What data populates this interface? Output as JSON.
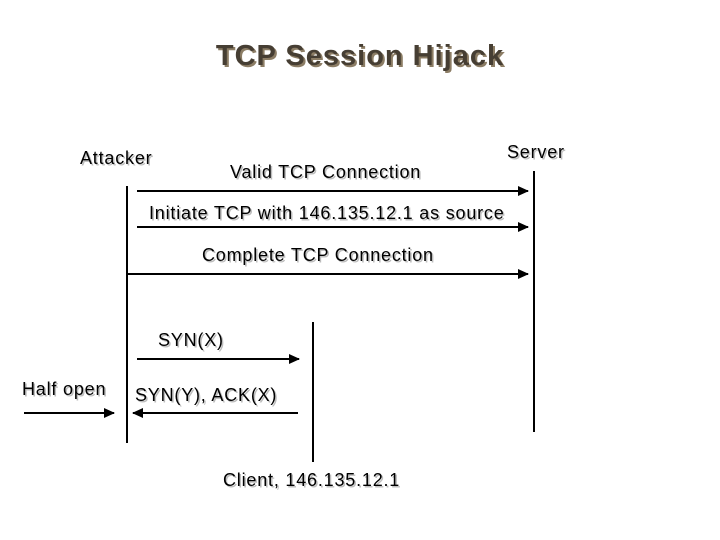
{
  "slide": {
    "title": "TCP Session Hijack"
  },
  "actors": {
    "attacker_label": "Attacker",
    "server_label": "Server",
    "client_label": "Client, 146.135.12.1",
    "half_open_label": "Half open"
  },
  "messages": [
    {
      "label": "Valid TCP Connection",
      "direction": "right"
    },
    {
      "label": "Initiate TCP with 146.135.12.1 as source",
      "direction": "right"
    },
    {
      "label": "Complete TCP Connection",
      "direction": "right"
    },
    {
      "label": "SYN(X)",
      "direction": "right"
    },
    {
      "label": "SYN(Y), ACK(X)",
      "direction": "left"
    }
  ],
  "colors": {
    "background": "#ffffff",
    "title_fill": "#463e33",
    "title_shadow": "#8c7d65",
    "text": "#000000",
    "text_shadow": "#bdbdbd",
    "line": "#000000"
  }
}
